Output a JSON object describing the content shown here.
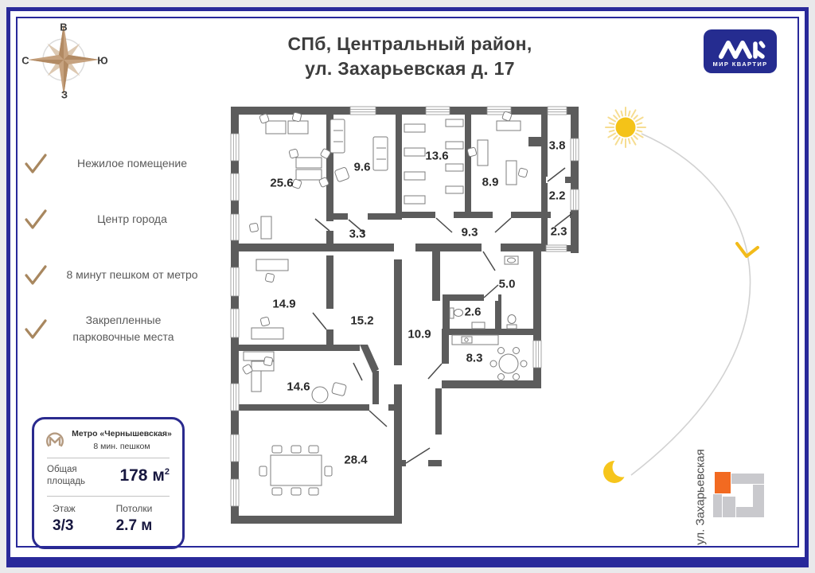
{
  "title": {
    "line1": "СПб, Центральный район,",
    "line2": "ул. Захарьевская д. 17"
  },
  "logo": {
    "brand": "МИР КВАРТИР"
  },
  "compass": {
    "top": "В",
    "left": "С",
    "right": "Ю",
    "bottom": "З"
  },
  "features": [
    {
      "label": "Нежилое помещение"
    },
    {
      "label": "Центр города"
    },
    {
      "label": "8 минут пешком от метро"
    },
    {
      "label": "Закрепленные парковочные места"
    }
  ],
  "info_card": {
    "metro_name": "Метро «Чернышевская»",
    "metro_walk": "8 мин. пешком",
    "area_label": "Общая площадь",
    "area_value": "178 м",
    "area_sup": "2",
    "floor_label": "Этаж",
    "floor_value": "3/3",
    "ceiling_label": "Потолки",
    "ceiling_value": "2.7 м"
  },
  "plan": {
    "rooms": [
      {
        "area": "25.6"
      },
      {
        "area": "9.6"
      },
      {
        "area": "13.6"
      },
      {
        "area": "8.9"
      },
      {
        "area": "3.8"
      },
      {
        "area": "2.2"
      },
      {
        "area": "2.3"
      },
      {
        "area": "3.3"
      },
      {
        "area": "9.3"
      },
      {
        "area": "14.9"
      },
      {
        "area": "15.2"
      },
      {
        "area": "10.9"
      },
      {
        "area": "5.0"
      },
      {
        "area": "2.6"
      },
      {
        "area": "8.3"
      },
      {
        "area": "14.6"
      },
      {
        "area": "28.4"
      }
    ]
  },
  "street_label": "ул. Захарьевская",
  "colors": {
    "frame": "#29299a",
    "logo_bg": "#252c90",
    "wall": "#5c5c5c",
    "accent_tan": "#ab8a63",
    "sun": "#f4c318",
    "orange": "#f26a21"
  }
}
